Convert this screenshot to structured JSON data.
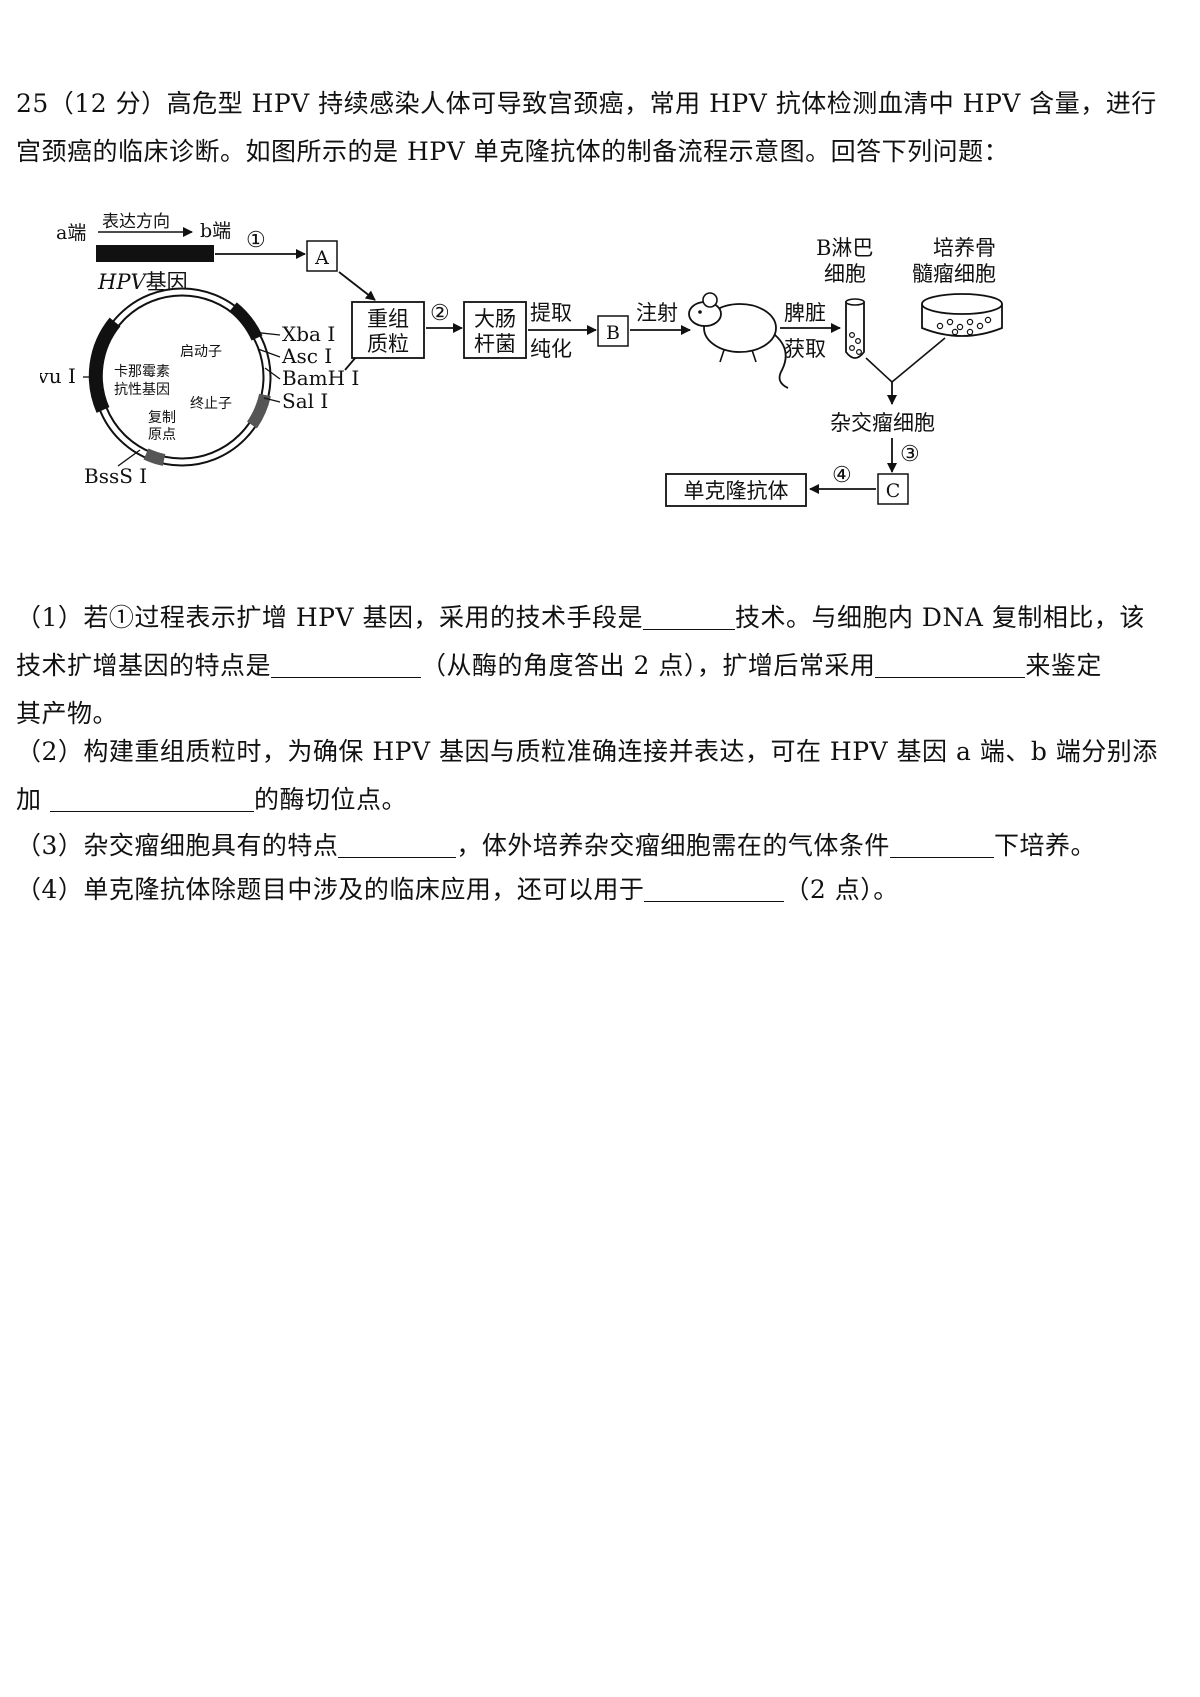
{
  "question": {
    "intro_line1": "25（12 分）高危型 HPV 持续感染人体可导致宫颈癌，常用 HPV 抗体检测血清中 HPV 含量，进行",
    "intro_line2": "宫颈癌的临床诊断。如图所示的是 HPV 单克隆抗体的制备流程示意图。回答下列问题："
  },
  "diagram": {
    "a_end": "a端",
    "b_end": "b端",
    "expression_direction": "表达方向",
    "hpv_gene_italic": "HPV",
    "hpv_gene_suffix": "基因",
    "step1": "①",
    "step2": "②",
    "step3": "③",
    "step4": "④",
    "box_A": "A",
    "box_B": "B",
    "box_C": "C",
    "recombinant_1": "重组",
    "recombinant_2": "质粒",
    "ecoli_1": "大肠",
    "ecoli_2": "杆菌",
    "extract_1": "提取",
    "extract_2": "纯化",
    "inject": "注射",
    "spleen_1": "脾脏",
    "spleen_2": "获取",
    "b_lymph_1": "B淋巴",
    "b_lymph_2": "细胞",
    "myeloma_1": "培养骨",
    "myeloma_2": "髓瘤细胞",
    "hybridoma": "杂交瘤细胞",
    "antibody": "单克隆抗体",
    "plasmid": {
      "promoter": "启动子",
      "kan_1": "卡那霉素",
      "kan_2": "抗性基因",
      "terminator": "终止子",
      "ori_1": "复制",
      "ori_2": "原点",
      "xba": "Xba I",
      "asc": "Asc I",
      "bamh": "BamH I",
      "sal": "Sal I",
      "pvu": "Pvu I",
      "bss": "BssS I"
    }
  },
  "q1": {
    "part1": "（1）若①过程表示扩增 HPV 基因，采用的技术手段是",
    "part2": "技术。与细胞内 DNA 复制相比，该",
    "part3": "技术扩增基因的特点是",
    "part4": "（从酶的角度答出 2 点），扩增后常采用",
    "part5": "来鉴定",
    "part6": "其产物。"
  },
  "q2": {
    "part1": "（2）构建重组质粒时，为确保 HPV 基因与质粒准确连接并表达，可在 HPV 基因 a 端、b 端分别添",
    "part2": "加 ",
    "part3": "的酶切位点。"
  },
  "q3": {
    "part1": "（3）杂交瘤细胞具有的特点",
    "part2": "，体外培养杂交瘤细胞需在的气体条件",
    "part3": "下培养。"
  },
  "q4": {
    "part1": "（4）单克隆抗体除题目中涉及的临床应用，还可以用于",
    "part2": "（2 点）。"
  }
}
